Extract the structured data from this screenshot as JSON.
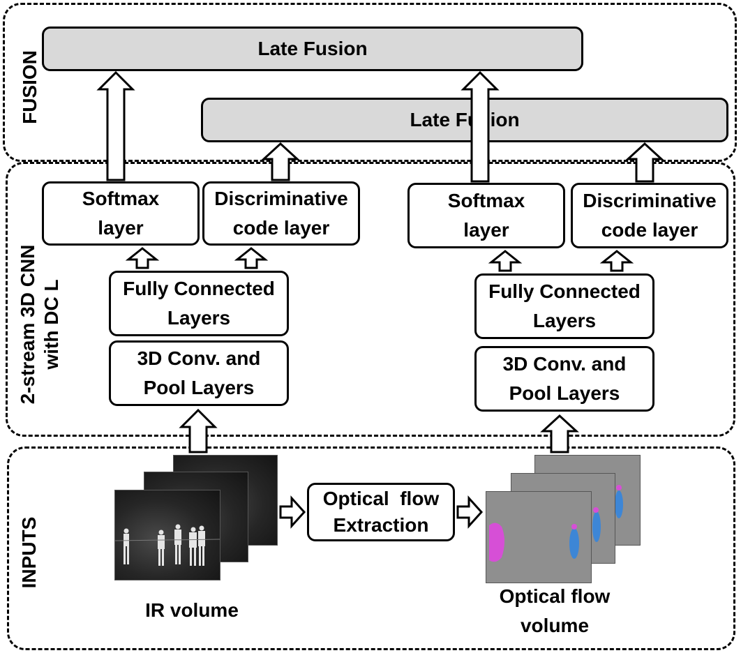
{
  "regions": {
    "fusion": {
      "label": "FUSION"
    },
    "cnn": {
      "label_line1": "2-stream 3D CNN",
      "label_line2": "with DC L"
    },
    "inputs": {
      "label": "INPUTS"
    }
  },
  "fusion": {
    "top_box": "Late Fusion",
    "inner_box": "Late Fusion"
  },
  "left_stream": {
    "softmax": {
      "line1": "Softmax",
      "line2": "layer"
    },
    "discriminative": {
      "line1": "Discriminative",
      "line2": "code layer"
    },
    "fully_connected": {
      "line1": "Fully Connected",
      "line2": "Layers"
    },
    "conv": {
      "line1": "3D Conv. and",
      "line2": "Pool Layers"
    }
  },
  "right_stream": {
    "softmax": {
      "line1": "Softmax",
      "line2": "layer"
    },
    "discriminative": {
      "line1": "Discriminative",
      "line2": "code layer"
    },
    "fully_connected": {
      "line1": "Fully Connected",
      "line2": "Layers"
    },
    "conv": {
      "line1": "3D Conv. and",
      "line2": "Pool Layers"
    }
  },
  "inputs": {
    "optical_flow_box": {
      "line1": "Optical  flow",
      "line2": "Extraction"
    },
    "ir_caption": "IR volume",
    "of_caption": {
      "line1": "Optical flow",
      "line2": "volume"
    }
  },
  "colors": {
    "fusion_fill": "#d9d9d9",
    "stroke": "#000000",
    "of_background": "#8f8f8f",
    "of_person": "#3d86d6",
    "of_blob": "#d64fd6"
  }
}
